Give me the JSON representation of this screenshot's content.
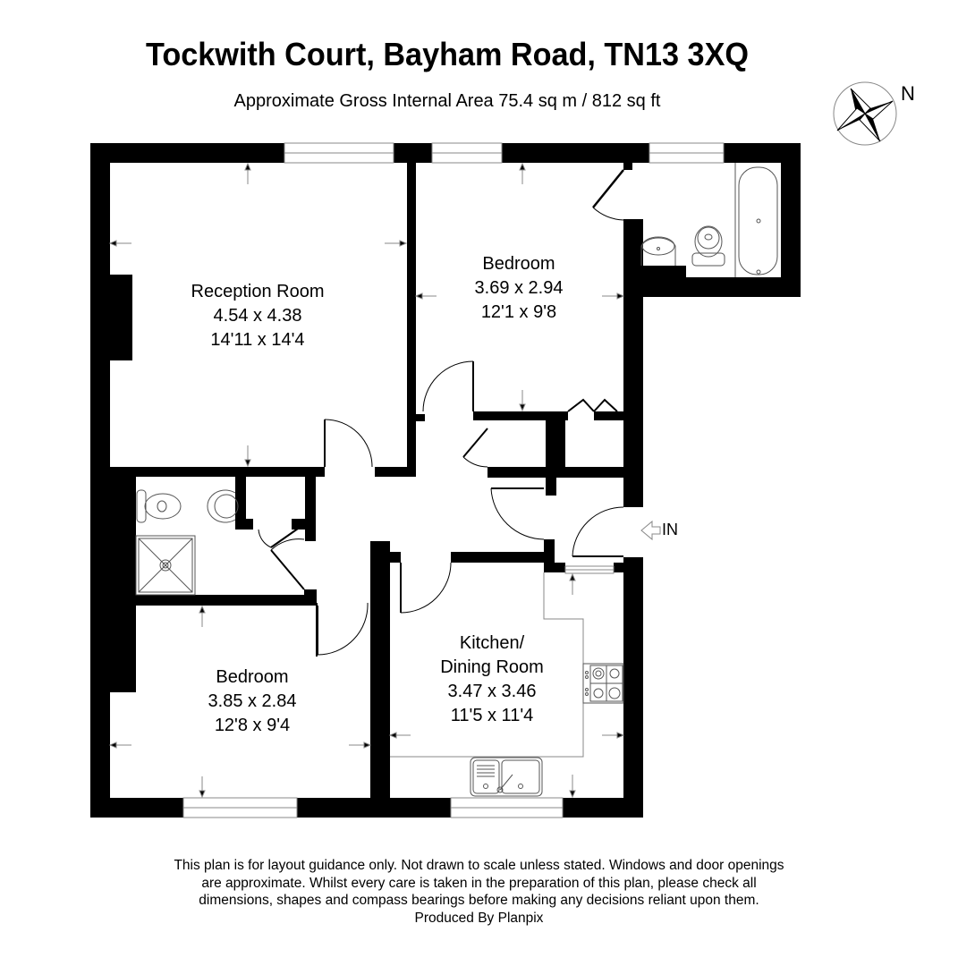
{
  "header": {
    "title": "Tockwith Court, Bayham Road, TN13 3XQ",
    "subtitle": "Approximate Gross Internal Area 75.4 sq m / 812 sq ft"
  },
  "compass": {
    "icon": "compass-rose-icon",
    "label": "N"
  },
  "rooms": [
    {
      "id": "reception",
      "name": "Reception Room",
      "metric": "4.54 x 4.38",
      "imperial": "14'11 x 14'4"
    },
    {
      "id": "bedroom1",
      "name": "Bedroom",
      "metric": "3.69 x 2.94",
      "imperial": "12'1 x 9'8"
    },
    {
      "id": "bedroom2",
      "name": "Bedroom",
      "metric": "3.85 x 2.84",
      "imperial": "12'8 x 9'4"
    },
    {
      "id": "kitchen",
      "name_line1": "Kitchen/",
      "name_line2": "Dining Room",
      "metric": "3.47 x 3.46",
      "imperial": "11'5 x 11'4"
    }
  ],
  "entrance": {
    "icon": "entrance-arrow-icon",
    "label": "IN"
  },
  "fixtures": [
    "bathtub-icon",
    "toilet-icon",
    "basin-icon",
    "shower-tray-icon",
    "hob-icon",
    "sink-icon"
  ],
  "colors": {
    "wall": "#000000",
    "line": "#555555",
    "background": "#ffffff"
  },
  "disclaimer": {
    "line1": "This plan is for layout guidance only. Not drawn to scale unless stated. Windows and door openings",
    "line2": "are approximate. Whilst every care is taken in the preparation of this plan, please check all",
    "line3": "dimensions, shapes and compass bearings before making any decisions reliant upon them.",
    "line4": "Produced By Planpix"
  }
}
